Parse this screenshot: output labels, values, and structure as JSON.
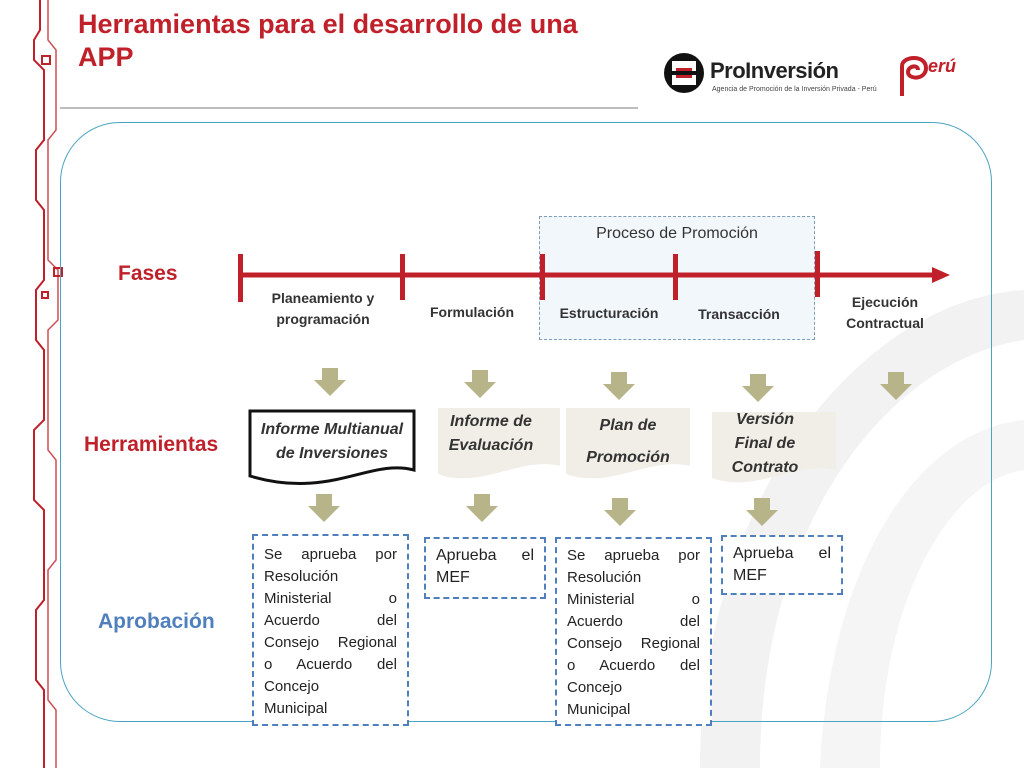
{
  "title": "Herramientas para el desarrollo de una APP",
  "logos": {
    "proinversion_name": "ProInversión",
    "proinversion_tagline": "Agencia de Promoción de la Inversión Privada - Perú",
    "peru_brand": "erú"
  },
  "rows": {
    "fases": "Fases",
    "herramientas": "Herramientas",
    "aprobacion": "Aprobación"
  },
  "promocion_label": "Proceso de Promoción",
  "phases": [
    {
      "line1": "Planeamiento y",
      "line2": "programación"
    },
    {
      "line1": "Formulación",
      "line2": ""
    },
    {
      "line1": "Estructuración",
      "line2": ""
    },
    {
      "line1": "Transacción",
      "line2": ""
    },
    {
      "line1": "Ejecución",
      "line2": "Contractual"
    }
  ],
  "tools": [
    {
      "line1": "Informe Multianual",
      "line2": "de Inversiones",
      "line3": ""
    },
    {
      "line1": "Informe de",
      "line2": "Evaluación",
      "line3": ""
    },
    {
      "line1": "Plan de",
      "line2": "Promoción",
      "line3": ""
    },
    {
      "line1": "Versión",
      "line2": "Final de",
      "line3": "Contrato"
    }
  ],
  "approvals": [
    [
      "Se aprueba por",
      "Resolución",
      "Ministerial o",
      "Acuerdo del",
      "Consejo Regional",
      "o Acuerdo del",
      "Concejo",
      "Municipal"
    ],
    [
      "Aprueba el",
      "MEF"
    ],
    [
      "Se aprueba por",
      "Resolución",
      "Ministerial o",
      "Acuerdo del",
      "Consejo Regional",
      "o Acuerdo del",
      "Concejo",
      "Municipal"
    ],
    [
      "Aprueba el",
      "MEF"
    ]
  ],
  "colors": {
    "red": "#c0202a",
    "blue": "#4f80bd",
    "arrow": "#b8b48a",
    "frame": "#4aa3c0"
  }
}
